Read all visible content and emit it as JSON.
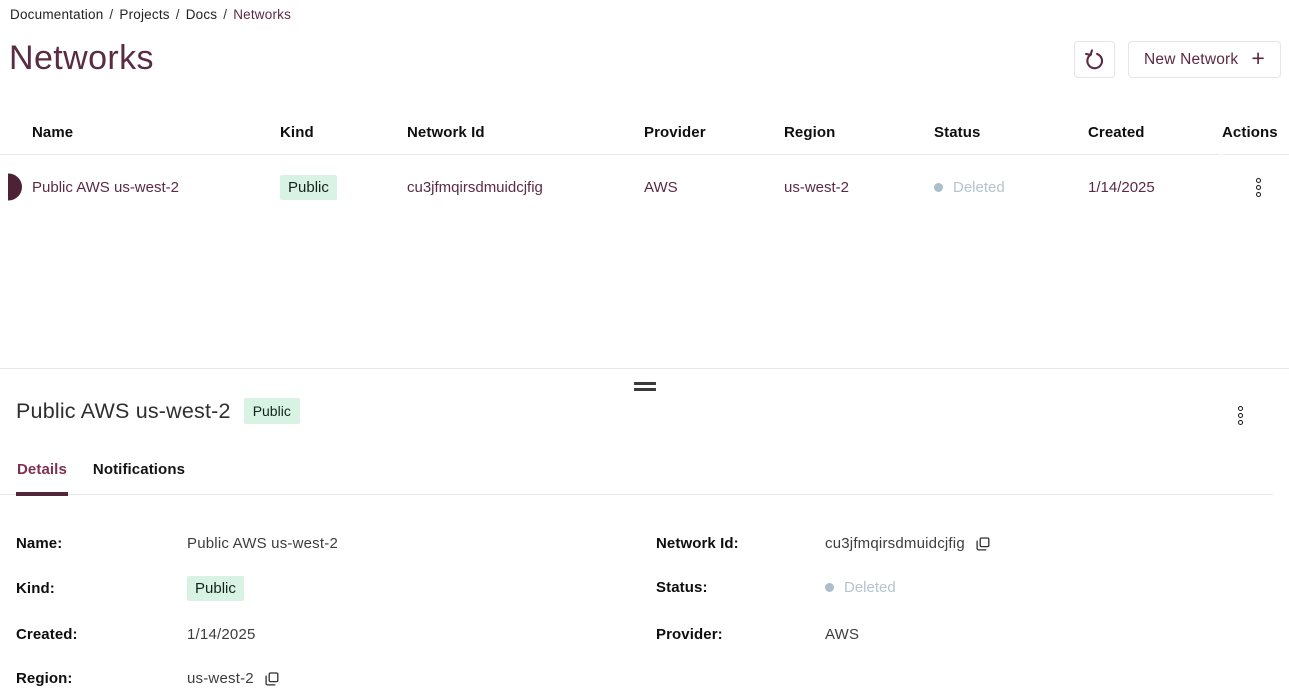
{
  "breadcrumb": {
    "items": [
      "Documentation",
      "Projects",
      "Docs"
    ],
    "separator": "/",
    "current": "Networks"
  },
  "page": {
    "title": "Networks"
  },
  "toolbar": {
    "refresh_icon": "refresh-counterclockwise-icon",
    "new_network_label": "New Network",
    "plus_icon": "+"
  },
  "table": {
    "columns": {
      "name": "Name",
      "kind": "Kind",
      "network_id": "Network Id",
      "provider": "Provider",
      "region": "Region",
      "status": "Status",
      "created": "Created",
      "actions": "Actions"
    },
    "rows": [
      {
        "name": "Public AWS us-west-2",
        "kind": "Public",
        "network_id": "cu3jfmqirsdmuidcjfig",
        "provider": "AWS",
        "region": "us-west-2",
        "status": "Deleted",
        "created": "1/14/2025"
      }
    ]
  },
  "drawer": {
    "title": "Public AWS us-west-2",
    "badge": "Public",
    "tabs": [
      {
        "label": "Details",
        "active": true
      },
      {
        "label": "Notifications",
        "active": false
      }
    ],
    "details": {
      "name_label": "Name:",
      "name_value": "Public AWS us-west-2",
      "kind_label": "Kind:",
      "kind_value": "Public",
      "created_label": "Created:",
      "created_value": "1/14/2025",
      "region_label": "Region:",
      "region_value": "us-west-2",
      "network_id_label": "Network Id:",
      "network_id_value": "cu3jfmqirsdmuidcjfig",
      "status_label": "Status:",
      "status_value": "Deleted",
      "provider_label": "Provider:",
      "provider_value": "AWS"
    }
  },
  "colors": {
    "accent_maroon": "#5b2a43",
    "badge_bg": "#d8f2e4",
    "status_muted": "#b5c4d0",
    "border": "#e6e8ea"
  }
}
